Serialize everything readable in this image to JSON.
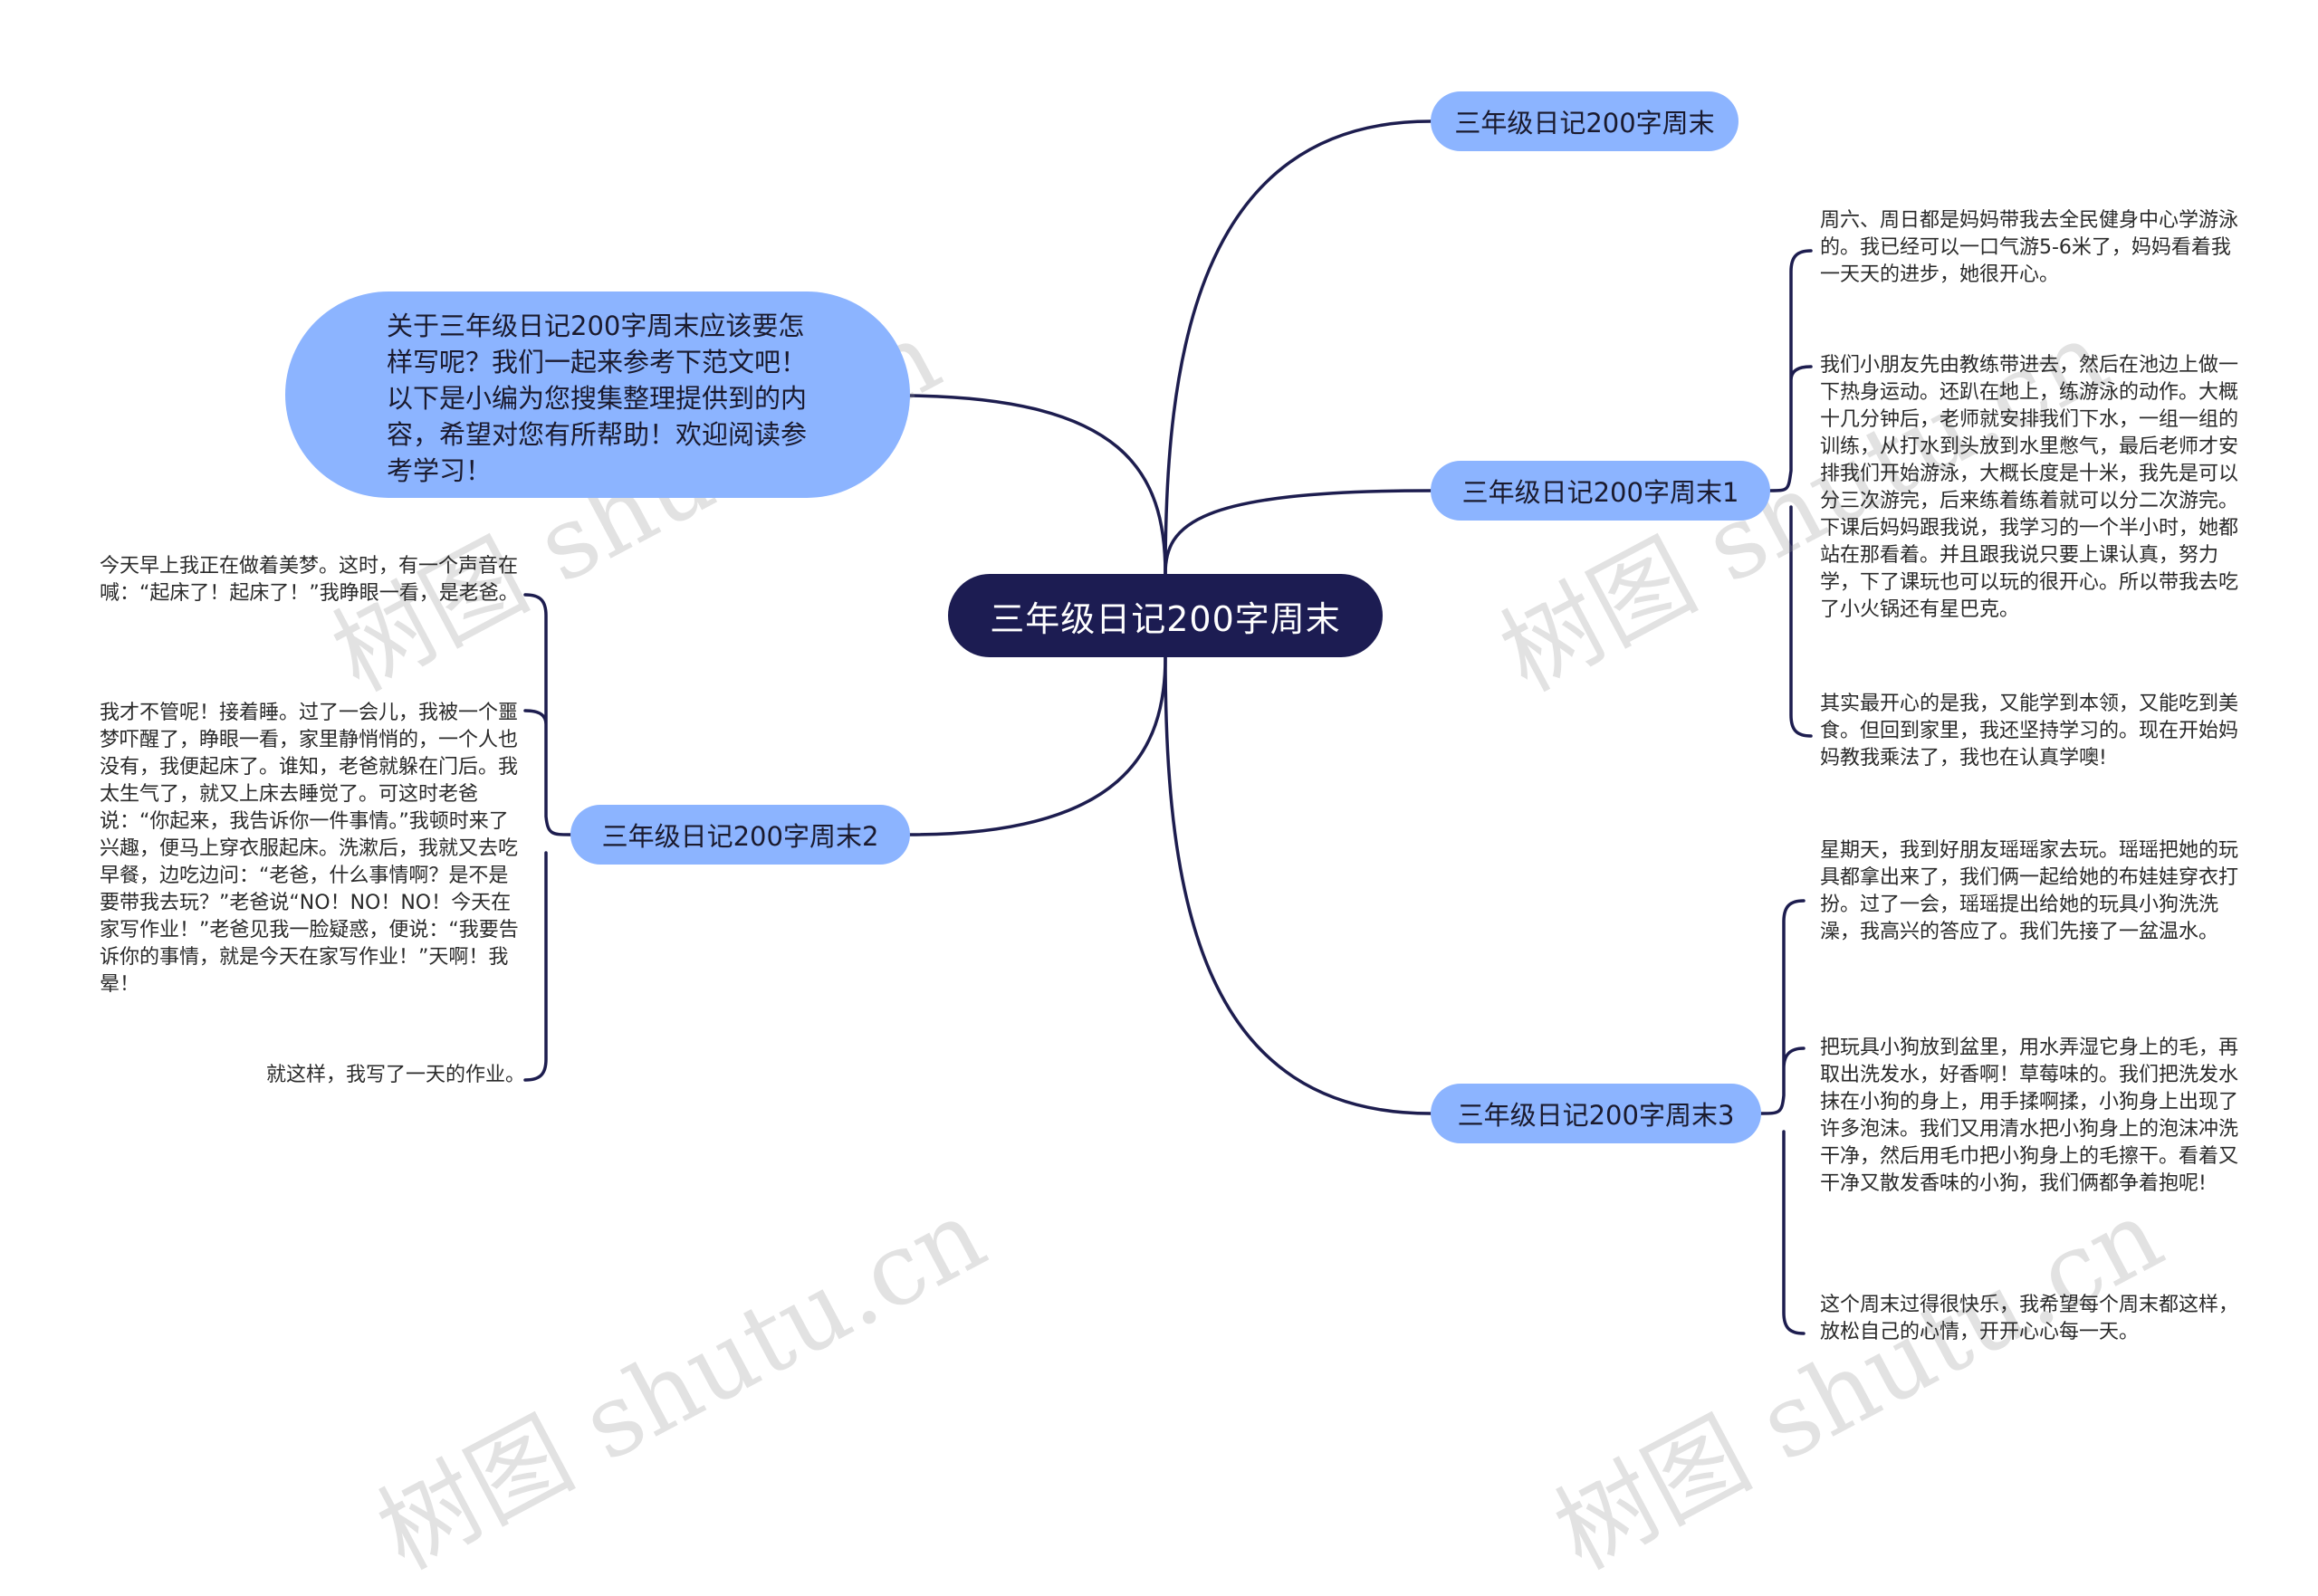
{
  "root": {
    "label": "三年级日记200字周末"
  },
  "intro": {
    "text": "关于三年级日记200字周末应该要怎样写呢？我们一起来参考下范文吧！以下是小编为您搜集整理提供到的内容，希望对您有所帮助！欢迎阅读参考学习！"
  },
  "branches": {
    "top": {
      "label": "三年级日记200字周末"
    },
    "b1": {
      "label": "三年级日记200字周末1",
      "leaves": [
        "周六、周日都是妈妈带我去全民健身中心学游泳的。我已经可以一口气游5-6米了，妈妈看着我一天天的进步，她很开心。",
        "我们小朋友先由教练带进去，然后在池边上做一下热身运动。还趴在地上，练游泳的动作。大概十几分钟后，老师就安排我们下水，一组一组的训练，从打水到头放到水里憋气，最后老师才安排我们开始游泳，大概长度是十米，我先是可以分三次游完，后来练着练着就可以分二次游完。下课后妈妈跟我说，我学习的一个半小时，她都站在那看着。并且跟我说只要上课认真，努力学，下了课玩也可以玩的很开心。所以带我去吃了小火锅还有星巴克。",
        "其实最开心的是我，又能学到本领，又能吃到美食。但回到家里，我还坚持学习的。现在开始妈妈教我乘法了，我也在认真学噢!"
      ]
    },
    "b2": {
      "label": "三年级日记200字周末2",
      "leaves": [
        "今天早上我正在做着美梦。这时，有一个声音在喊：“起床了！起床了！”我睁眼一看，是老爸。",
        "我才不管呢！接着睡。过了一会儿，我被一个噩梦吓醒了，睁眼一看，家里静悄悄的，一个人也没有，我便起床了。谁知，老爸就躲在门后。我太生气了，就又上床去睡觉了。可这时老爸说：“你起来，我告诉你一件事情。”我顿时来了兴趣，便马上穿衣服起床。洗漱后，我就又去吃早餐，边吃边问：“老爸，什么事情啊？是不是要带我去玩？”老爸说“NO！NO！NO！今天在家写作业！”老爸见我一脸疑惑，便说：“我要告诉你的事情，就是今天在家写作业！”天啊！我晕！",
        "就这样，我写了一天的作业。"
      ]
    },
    "b3": {
      "label": "三年级日记200字周末3",
      "leaves": [
        "星期天，我到好朋友瑶瑶家去玩。瑶瑶把她的玩具都拿出来了，我们俩一起给她的布娃娃穿衣打扮。过了一会，瑶瑶提出给她的玩具小狗洗洗澡，我高兴的答应了。我们先接了一盆温水。",
        "把玩具小狗放到盆里，用水弄湿它身上的毛，再取出洗发水，好香啊！草莓味的。我们把洗发水抹在小狗的身上，用手揉啊揉，小狗身上出现了许多泡沫。我们又用清水把小狗身上的泡沫冲洗干净，然后用毛巾把小狗身上的毛擦干。看着又干净又散发香味的小狗，我们俩都争着抱呢!",
        "这个周末过得很快乐，我希望每个周末都这样，放松自己的心情，开开心心每一天。"
      ]
    }
  },
  "watermarks": [
    "树图 shutu.cn",
    "树图 shutu.cn",
    "树图 shutu.cn",
    "树图 shutu.cn"
  ],
  "colors": {
    "root": "#1c1c52",
    "branch": "#8cb4ff",
    "link": "#1d1d4f"
  }
}
